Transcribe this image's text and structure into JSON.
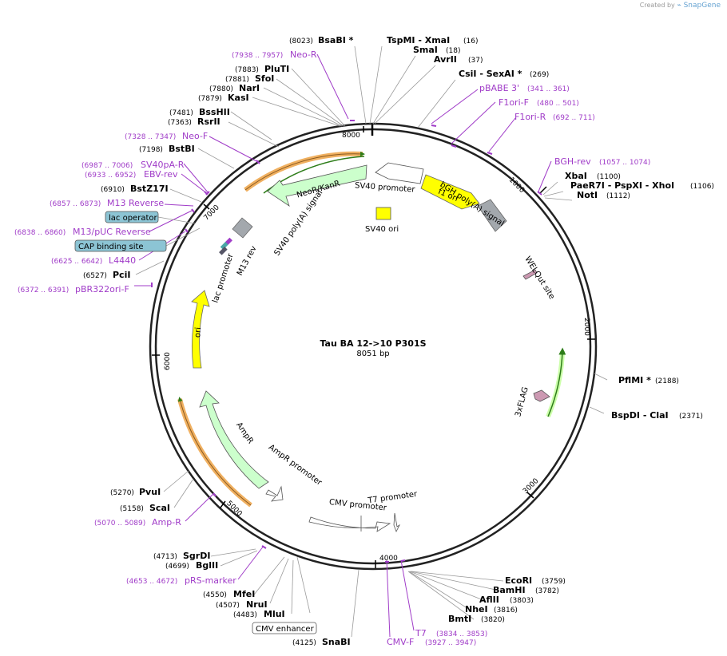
{
  "credit": {
    "prefix": "Created by",
    "brand": "SnapGene"
  },
  "plasmid": {
    "name": "Tau BA 12->10 P301S",
    "size": "8051 bp"
  },
  "ticks": [
    "1000",
    "2000",
    "3000",
    "4000",
    "5000",
    "6000",
    "7000",
    "8000"
  ],
  "restriction_sites": [
    {
      "name": "BsaBI *",
      "pos": "(8023)"
    },
    {
      "name": "TspMI  - XmaI",
      "pos": "(16)"
    },
    {
      "name": "SmaI",
      "pos": "(18)"
    },
    {
      "name": "AvrII",
      "pos": "(37)"
    },
    {
      "name": "CsiI  - SexAI *",
      "pos": "(269)"
    },
    {
      "name": "XbaI",
      "pos": "(1100)"
    },
    {
      "name": "PaeR7I  - PspXI  - XhoI",
      "pos": "(1106)"
    },
    {
      "name": "NotI",
      "pos": "(1112)"
    },
    {
      "name": "PflMI *",
      "pos": "(2188)"
    },
    {
      "name": "BspDI  - ClaI",
      "pos": "(2371)"
    },
    {
      "name": "EcoRI",
      "pos": "(3759)"
    },
    {
      "name": "BamHI",
      "pos": "(3782)"
    },
    {
      "name": "AflII",
      "pos": "(3803)"
    },
    {
      "name": "NheI",
      "pos": "(3816)"
    },
    {
      "name": "BmtI",
      "pos": "(3820)"
    },
    {
      "name": "SnaBI",
      "pos": "(4125)"
    },
    {
      "name": "MluI",
      "pos": "(4483)"
    },
    {
      "name": "NruI",
      "pos": "(4507)"
    },
    {
      "name": "MfeI",
      "pos": "(4550)"
    },
    {
      "name": "BglII",
      "pos": "(4699)"
    },
    {
      "name": "SgrDI",
      "pos": "(4713)"
    },
    {
      "name": "ScaI",
      "pos": "(5158)"
    },
    {
      "name": "PvuI",
      "pos": "(5270)"
    },
    {
      "name": "PciI",
      "pos": "(6527)"
    },
    {
      "name": "BstZ17I",
      "pos": "(6910)"
    },
    {
      "name": "BstBI",
      "pos": "(7198)"
    },
    {
      "name": "RsrII",
      "pos": "(7363)"
    },
    {
      "name": "BssHII",
      "pos": "(7481)"
    },
    {
      "name": "KasI",
      "pos": "(7879)"
    },
    {
      "name": "NarI",
      "pos": "(7880)"
    },
    {
      "name": "SfoI",
      "pos": "(7881)"
    },
    {
      "name": "PluTI",
      "pos": "(7883)"
    }
  ],
  "primers": [
    {
      "name": "Neo-R",
      "pos": "(7938 .. 7957)"
    },
    {
      "name": "pBABE 3'",
      "pos": "(341 .. 361)"
    },
    {
      "name": "F1ori-F",
      "pos": "(480 .. 501)"
    },
    {
      "name": "F1ori-R",
      "pos": "(692 .. 711)"
    },
    {
      "name": "BGH-rev",
      "pos": "(1057 .. 1074)"
    },
    {
      "name": "T7",
      "pos": "(3834 .. 3853)"
    },
    {
      "name": "CMV-F",
      "pos": "(3927 .. 3947)"
    },
    {
      "name": "pRS-marker",
      "pos": "(4653 .. 4672)"
    },
    {
      "name": "Amp-R",
      "pos": "(5070 .. 5089)"
    },
    {
      "name": "pBR322ori-F",
      "pos": "(6372 .. 6391)"
    },
    {
      "name": "L4440",
      "pos": "(6625 .. 6642)"
    },
    {
      "name": "M13/pUC Reverse",
      "pos": "(6838 .. 6860)"
    },
    {
      "name": "M13 Reverse",
      "pos": "(6857 .. 6873)"
    },
    {
      "name": "EBV-rev",
      "pos": "(6933 .. 6952)"
    },
    {
      "name": "SV40pA-R",
      "pos": "(6987 .. 7006)"
    },
    {
      "name": "Neo-F",
      "pos": "(7328 .. 7347)"
    }
  ],
  "boxed_features": [
    {
      "name": "lac operator"
    },
    {
      "name": "CAP binding site"
    },
    {
      "name": "CMV enhancer"
    }
  ],
  "features": [
    {
      "name": "f1 ori"
    },
    {
      "name": "bGH poly(A) signal"
    },
    {
      "name": "SV40 promoter"
    },
    {
      "name": "SV40 ori"
    },
    {
      "name": "NeoR/KanR"
    },
    {
      "name": "SV40 poly(A) signal"
    },
    {
      "name": "M13 rev"
    },
    {
      "name": "lac promoter"
    },
    {
      "name": "ori"
    },
    {
      "name": "AmpR"
    },
    {
      "name": "AmpR promoter"
    },
    {
      "name": "CMV promoter"
    },
    {
      "name": "T7 promoter"
    },
    {
      "name": "WELQut site"
    },
    {
      "name": "3xFLAG"
    }
  ],
  "colors": {
    "backbone": "#222222",
    "primer": "#a03cc8",
    "ori": "#ffff00",
    "resistance": "#ccffcc",
    "polyA": "#a3a8ad",
    "promoter": "#ffffff",
    "flag": "#cc99b2",
    "boxed": "#8cc4d4",
    "orf_outline": "#f0b060",
    "orf_stroke": "#2e7d1a"
  }
}
